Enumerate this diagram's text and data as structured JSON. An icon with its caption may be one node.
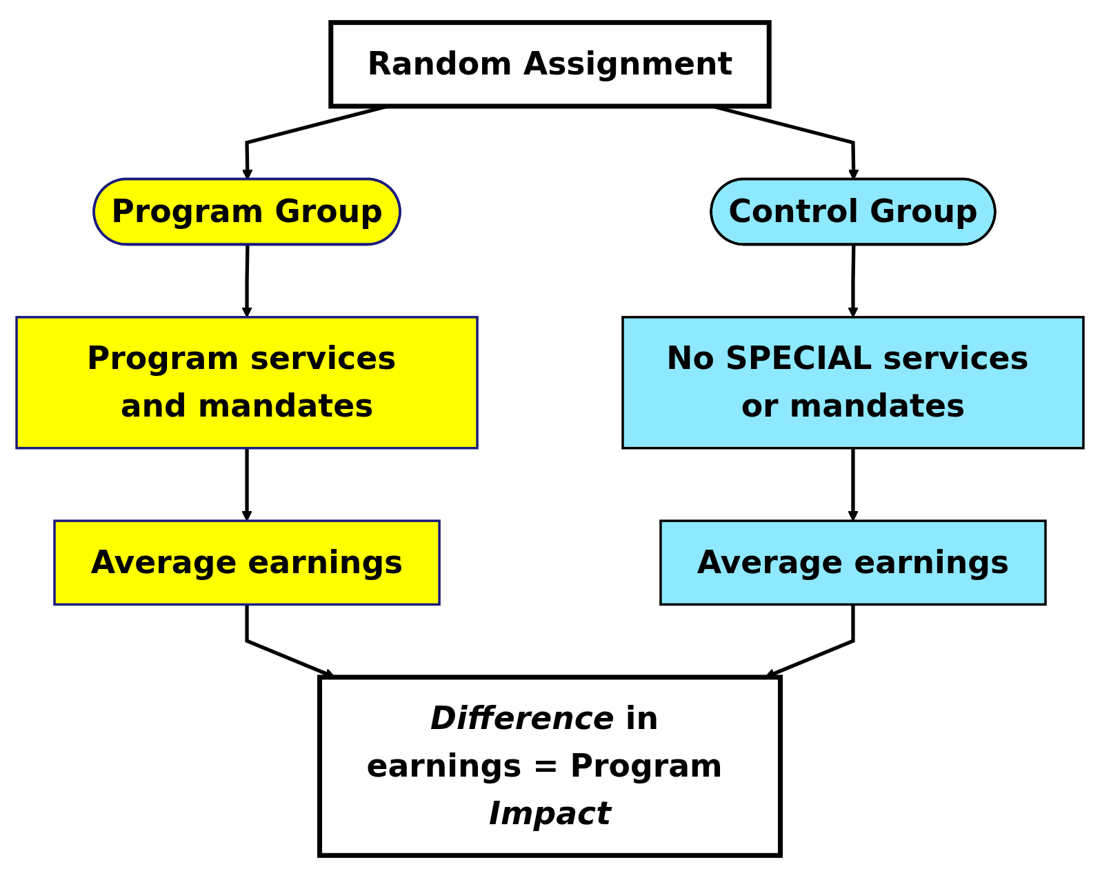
{
  "diagram": {
    "nodes": [
      {
        "text": [
          "Random Assignment"
        ]
      },
      {
        "text": [
          "Program Group"
        ]
      },
      {
        "text": [
          "Control Group"
        ]
      },
      {
        "text": [
          "Program services and mandates"
        ]
      },
      {
        "text": [
          "No SPECIAL services or mandates"
        ]
      },
      {
        "text": [
          "Average earnings"
        ]
      },
      {
        "text": [
          "Average earnings"
        ]
      },
      {
        "text": [
          "*Difference* in earnings = Program *Impact*"
        ]
      }
    ],
    "edges": [
      {
        "from": 0,
        "to": 1,
        "arrow": "to"
      },
      {
        "from": 0,
        "to": 2,
        "arrow": "to"
      },
      {
        "from": 1,
        "to": 3,
        "arrow": "to"
      },
      {
        "from": 2,
        "to": 4,
        "arrow": "to"
      },
      {
        "from": 3,
        "to": 5,
        "arrow": "to"
      },
      {
        "from": 4,
        "to": 6,
        "arrow": "to"
      },
      {
        "from": 5,
        "to": 7,
        "arrow": "to"
      },
      {
        "from": 6,
        "to": 7,
        "arrow": "to"
      }
    ]
  }
}
